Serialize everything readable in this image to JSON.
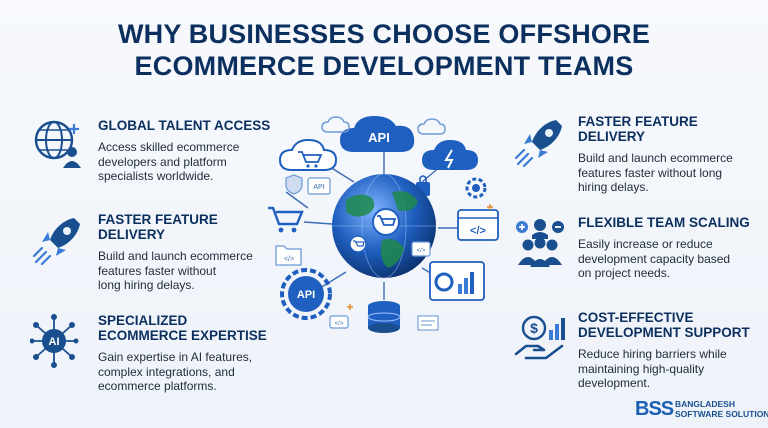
{
  "title": {
    "line1": "WHY BUSINESSES CHOOSE OFFSHORE",
    "line2": "ECOMMERCE DEVELOPMENT TEAMS"
  },
  "left": [
    {
      "title": "GLOBAL TALENT ACCESS",
      "desc": [
        "Access skilled ecommerce",
        "developers and platform",
        "specialists worldwide."
      ],
      "icon": "globe-user-icon"
    },
    {
      "title": [
        "FASTER FEATURE",
        "DELIVERY"
      ],
      "desc": [
        "Build and launch ecommerce",
        "features faster without",
        "long hiring delays."
      ],
      "icon": "rocket-icon"
    },
    {
      "title": [
        "SPECIALIZED",
        "ECOMMERCE EXPERTISE"
      ],
      "desc": [
        "Gain expertise in AI features,",
        "complex integrations, and",
        "ecommerce platforms."
      ],
      "icon": "ai-brain-icon"
    }
  ],
  "right": [
    {
      "title": [
        "FASTER FEATURE",
        "DELIVERY"
      ],
      "desc": [
        "Build and launch ecommerce",
        "features faster without long",
        "hiring delays."
      ],
      "icon": "rocket-icon"
    },
    {
      "title": "FLEXIBLE TEAM SCALING",
      "desc": [
        "Easily increase or reduce",
        "development capacity based",
        "on project needs."
      ],
      "icon": "team-scaling-icon"
    },
    {
      "title": [
        "COST-EFFECTIVE",
        "DEVELOPMENT SUPPORT"
      ],
      "desc": [
        "Reduce hiring barriers while",
        "maintaining high-quality",
        "development."
      ],
      "icon": "money-hand-icon"
    }
  ],
  "center": {
    "api_top": "API",
    "api_bottom": "API",
    "api_small": "API",
    "code": "</>",
    "ai": "AI"
  },
  "logo": {
    "mark": "BSS",
    "line1": "BANGLADESH",
    "line2": "SOFTWARE SOLUTION"
  },
  "colors": {
    "navy": "#0b2f5e",
    "blue": "#1a5fb4",
    "text": "#1f2a3a"
  }
}
